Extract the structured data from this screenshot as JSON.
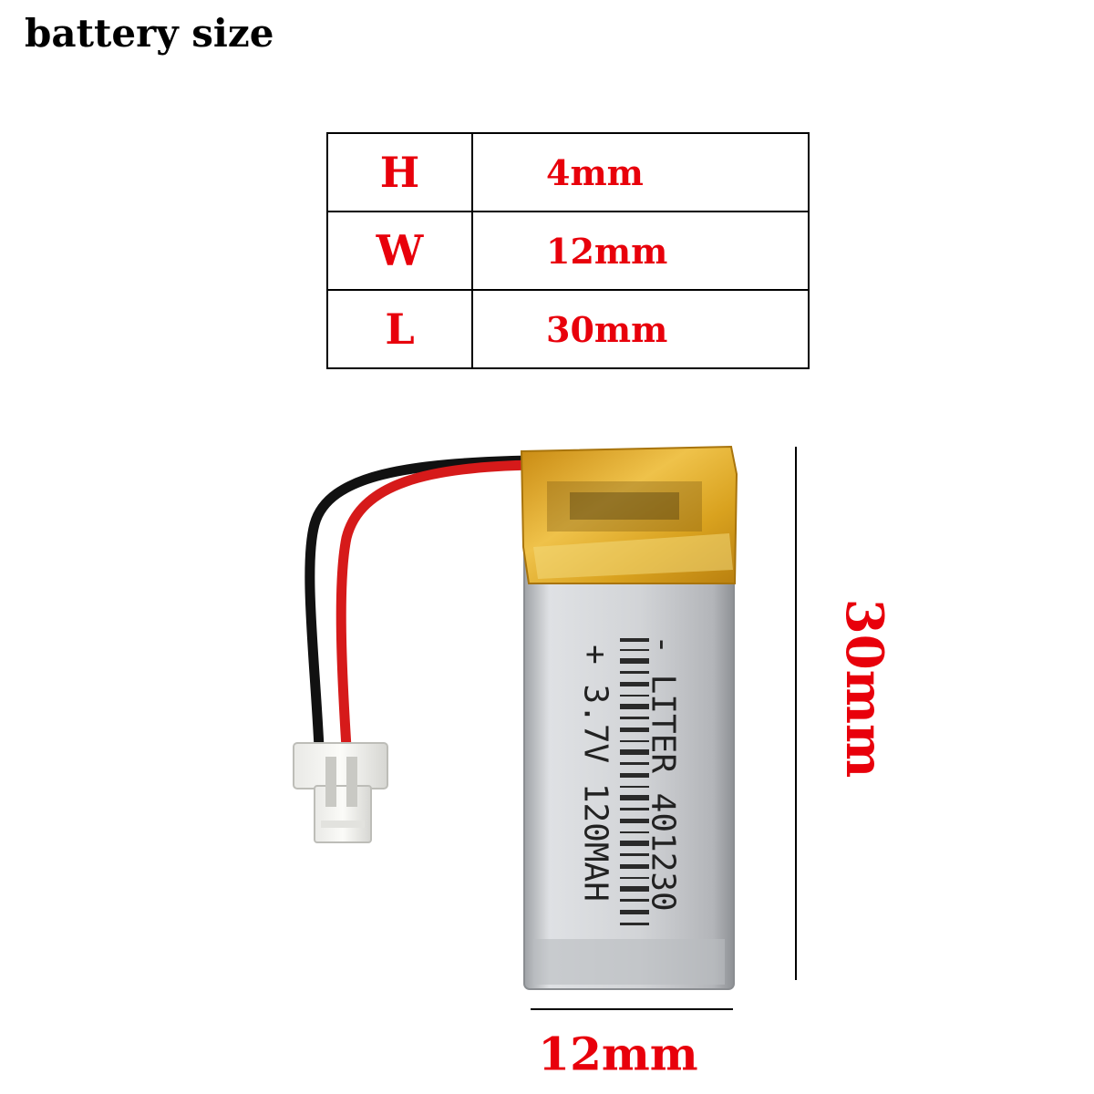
{
  "title": "battery size",
  "table": [
    {
      "key": "H",
      "value": "4mm"
    },
    {
      "key": "W",
      "value": "12mm"
    },
    {
      "key": "L",
      "value": "30mm"
    }
  ],
  "dimensions": {
    "length_label": "30mm",
    "width_label": "12mm"
  },
  "battery_label": {
    "line1": "- LITER  401230",
    "line2": "+ 3.7V   120MAH"
  },
  "colors": {
    "accent": "#e8000b",
    "wire_red": "#d61a1a",
    "wire_black": "#111111",
    "cell_silver": "#c9cbcf",
    "tape_yellow": "#e0a820"
  }
}
